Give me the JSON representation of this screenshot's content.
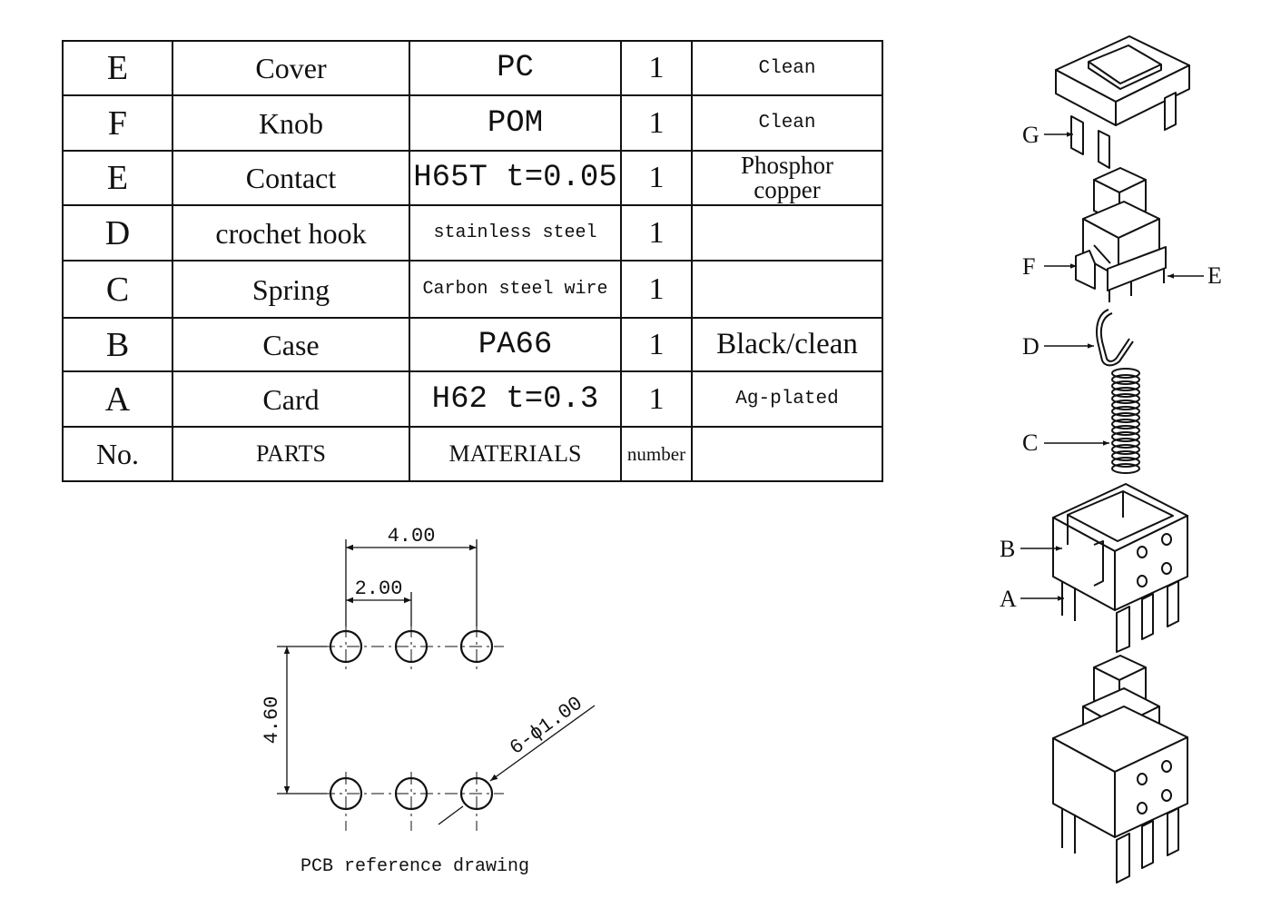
{
  "parts_table": {
    "rows": [
      {
        "code": "E",
        "part": "Cover",
        "material": "PC",
        "qty": "1",
        "note": "Clean"
      },
      {
        "code": "F",
        "part": "Knob",
        "material": "POM",
        "qty": "1",
        "note": "Clean"
      },
      {
        "code": "E",
        "part": "Contact",
        "material": "H65T t=0.05",
        "qty": "1",
        "note": "Phosphor copper",
        "note_line1": "Phosphor",
        "note_line2": "copper"
      },
      {
        "code": "D",
        "part": "crochet hook",
        "material": "stainless steel",
        "qty": "1",
        "note": ""
      },
      {
        "code": "C",
        "part": "Spring",
        "material": "Carbon steel wire",
        "qty": "1",
        "note": ""
      },
      {
        "code": "B",
        "part": "Case",
        "material": "PA66",
        "qty": "1",
        "note": "Black/clean"
      },
      {
        "code": "A",
        "part": "Card",
        "material": "H62 t=0.3",
        "qty": "1",
        "note": "Ag-plated"
      }
    ],
    "header": {
      "no": "No.",
      "parts": "PARTS",
      "materials": "MATERIALS",
      "number": "number",
      "note": ""
    }
  },
  "pcb_drawing": {
    "dim_pitch_total": "4.00",
    "dim_pitch": "2.00",
    "dim_row_spacing": "4.60",
    "dim_hole": "6-ϕ1.00",
    "caption": "PCB reference drawing"
  },
  "exploded_view": {
    "labels": {
      "G": "G",
      "F": "F",
      "E": "E",
      "D": "D",
      "C": "C",
      "B": "B",
      "A": "A"
    }
  }
}
